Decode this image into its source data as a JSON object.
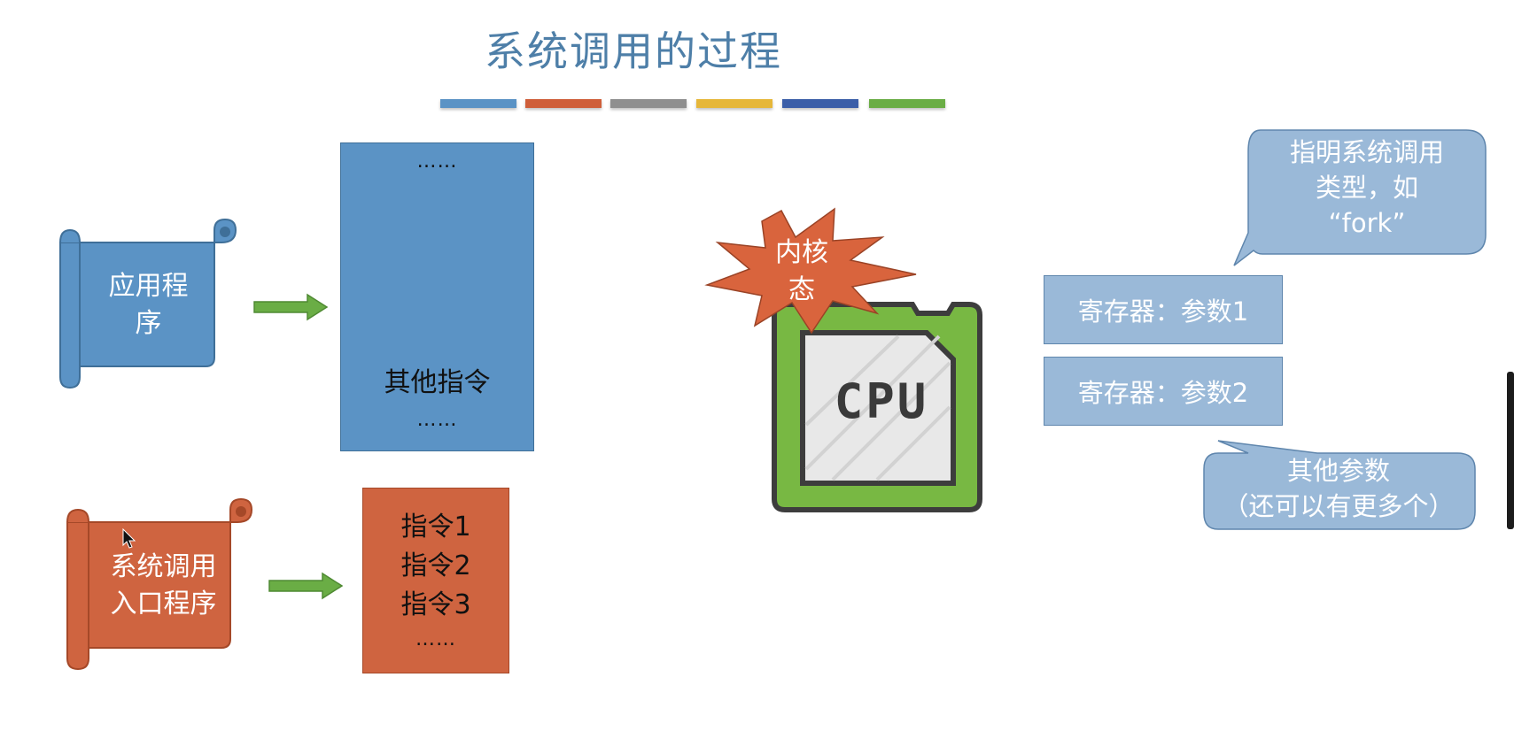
{
  "title": "系统调用的过程",
  "colorbar": [
    "#5b93c5",
    "#cf5f3a",
    "#8f8f8f",
    "#e6b73a",
    "#3b5ea8",
    "#6aad45"
  ],
  "app_program": {
    "label": "应用程\n序",
    "color": "#5b93c5"
  },
  "syscall_entry": {
    "label": "系统调用\n入口程序",
    "color": "#cf6440"
  },
  "app_instructions": {
    "top_dots": "……",
    "other": "其他指令",
    "bottom_dots": "……"
  },
  "syscall_instructions": {
    "items": [
      "指令1",
      "指令2",
      "指令3"
    ],
    "dots": "……"
  },
  "kernel_mode": {
    "label": "内核\n态",
    "color": "#d9643d"
  },
  "cpu": {
    "label": "CPU"
  },
  "registers": [
    "寄存器：参数1",
    "寄存器：参数2"
  ],
  "callout_type": {
    "text": "指明系统调用\n类型，如\n“fork”"
  },
  "callout_other": {
    "text": "其他参数\n（还可以有更多个）"
  }
}
